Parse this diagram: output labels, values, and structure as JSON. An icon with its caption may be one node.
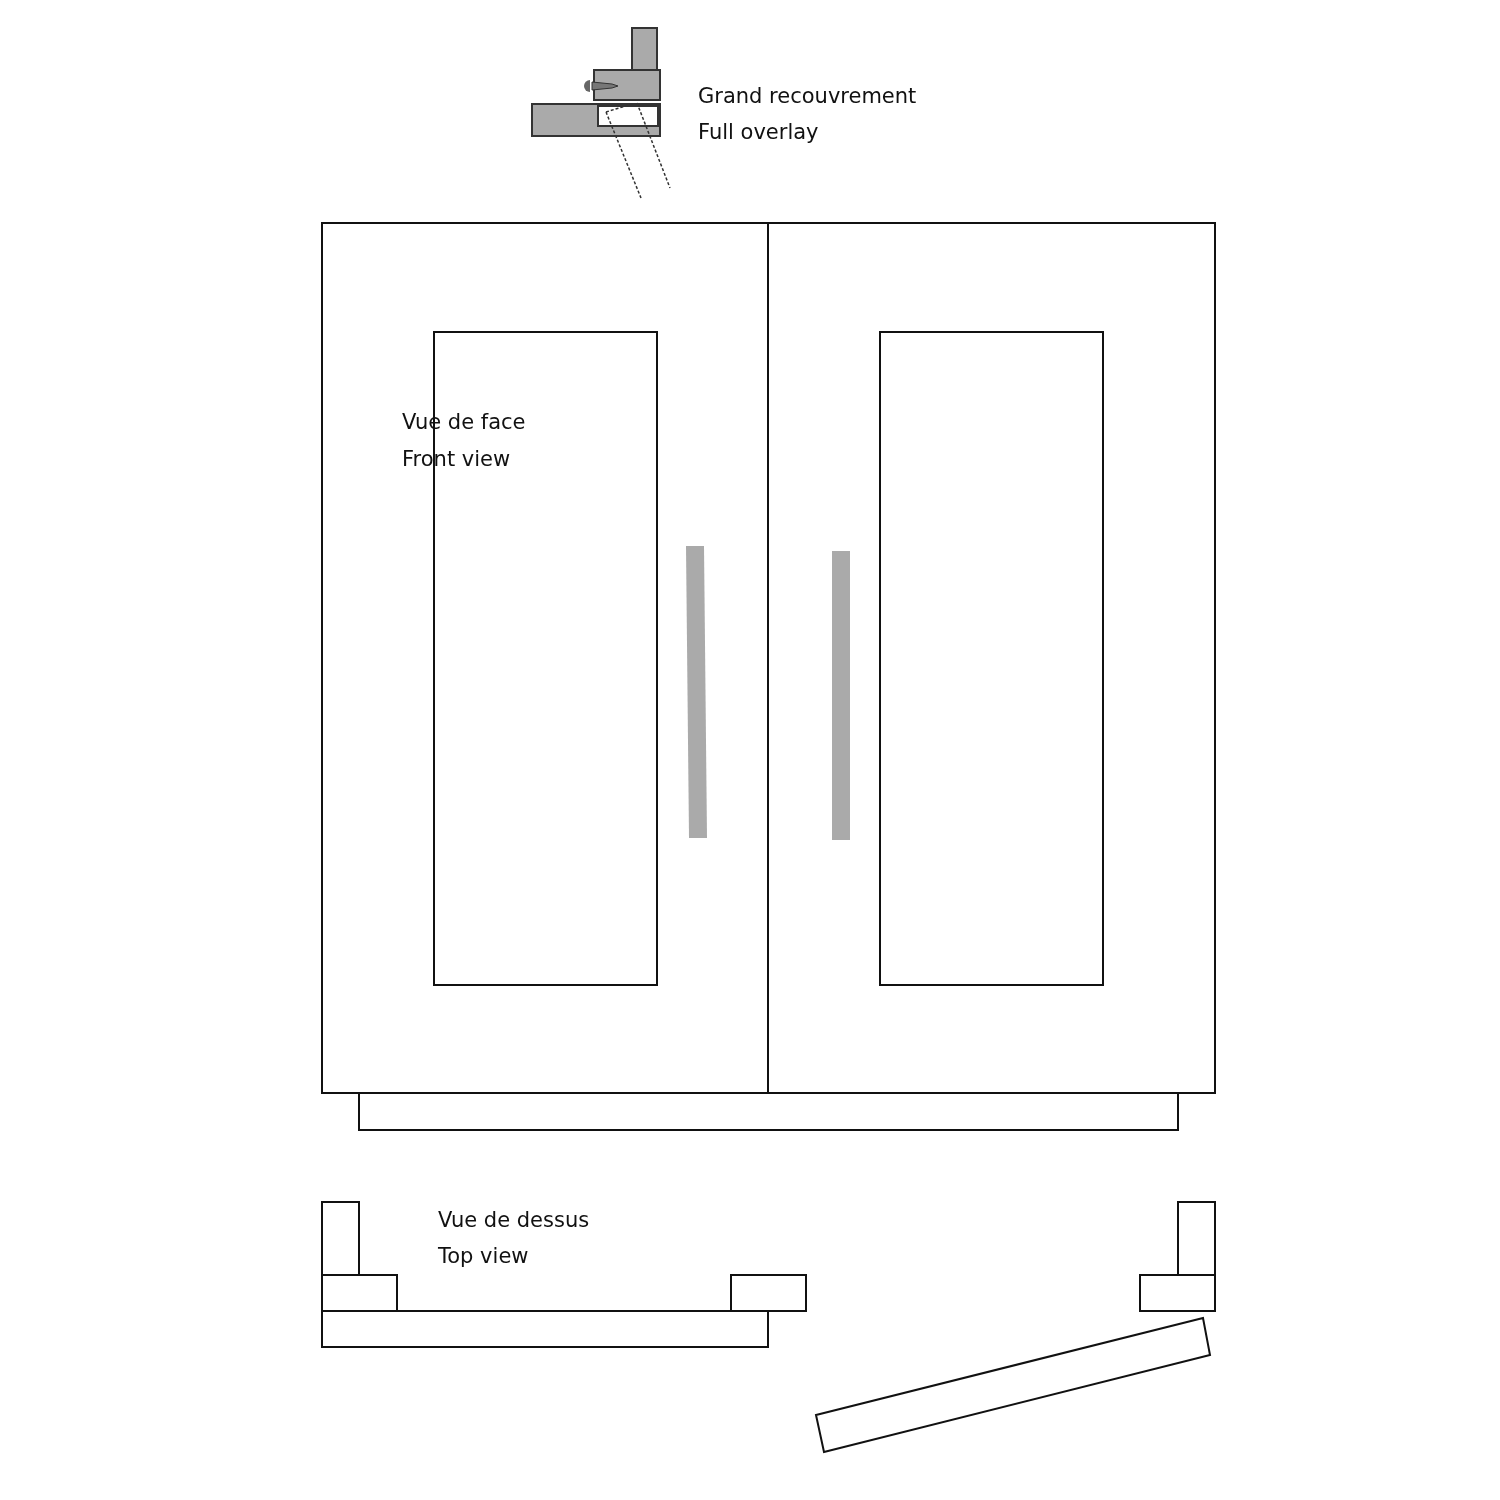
{
  "diagram": {
    "labels": [
      "Grand recouvrement",
      "Full overlay",
      "Vue de face",
      "Front view",
      "Vue de dessus",
      "Top view"
    ]
  }
}
